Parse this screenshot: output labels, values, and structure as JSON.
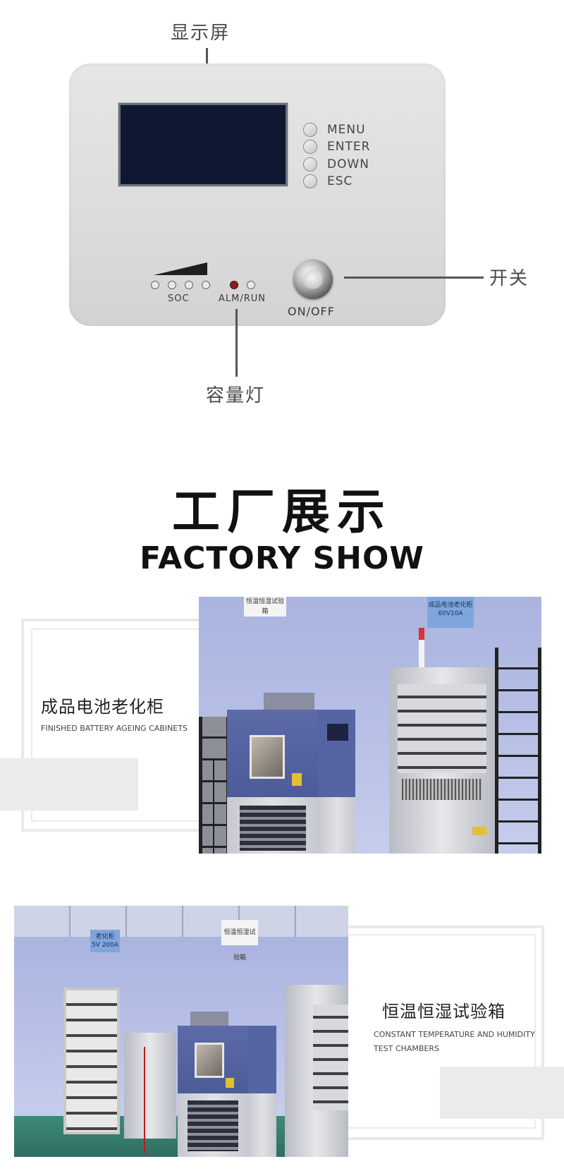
{
  "panel": {
    "callout_display": "显示屏",
    "callout_switch": "开关",
    "callout_capacity": "容量灯",
    "buttons": [
      "MENU",
      "ENTER",
      "DOWN",
      "ESC"
    ],
    "soc_label": "SOC",
    "alm_label": "ALM/RUN",
    "onoff_label": "ON/OFF"
  },
  "factory": {
    "title_cn": "工厂展示",
    "title_en": "FACTORY SHOW"
  },
  "cards": [
    {
      "title_cn": "成品电池老化柜",
      "title_en": "FINISHED BATTERY AGEING CABINETS"
    },
    {
      "title_cn": "恒温恒湿试验箱",
      "title_en_line1": "CONSTANT TEMPERATURE AND HUMIDITY",
      "title_en_line2": "TEST CHAMBERS"
    }
  ],
  "photo1": {
    "sign_left": "恒温恒湿试验箱",
    "sign_right_line1": "成品电池老化柜",
    "sign_right_line2": "60V10A"
  },
  "photo2": {
    "sign_left_line1": "老化柜",
    "sign_left_line2": "5V 200A",
    "sign_center": "恒温恒湿试验箱"
  }
}
